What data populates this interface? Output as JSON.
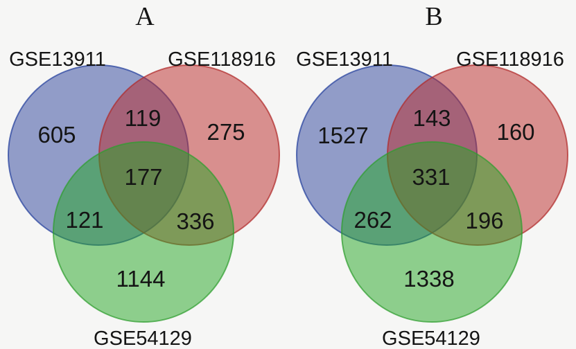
{
  "figure": {
    "background": "#f6f6f5",
    "text_color": "#141414"
  },
  "venn_colors": {
    "set1_fill": "#2b429b",
    "set1_stroke": "#24409c",
    "set2_fill": "#ba2727",
    "set2_stroke": "#b02a2a",
    "set3_fill": "#23a523",
    "set3_stroke": "#2f9e2f"
  },
  "chart_data": [
    {
      "type": "venn",
      "title": "A",
      "sets": [
        "GSE13911",
        "GSE118916",
        "GSE54129"
      ],
      "legend_position": "set names printed beside circles",
      "regions": {
        "GSE13911_only": 605,
        "GSE118916_only": 275,
        "GSE54129_only": 1144,
        "GSE13911_and_GSE118916": 119,
        "GSE13911_and_GSE54129": 121,
        "GSE118916_and_GSE54129": 336,
        "all_three": 177
      }
    },
    {
      "type": "venn",
      "title": "B",
      "sets": [
        "GSE13911",
        "GSE118916",
        "GSE54129"
      ],
      "legend_position": "set names printed beside circles",
      "regions": {
        "GSE13911_only": 1527,
        "GSE118916_only": 160,
        "GSE54129_only": 1338,
        "GSE13911_and_GSE118916": 143,
        "GSE13911_and_GSE54129": 262,
        "GSE118916_and_GSE54129": 196,
        "all_three": 331
      }
    }
  ]
}
